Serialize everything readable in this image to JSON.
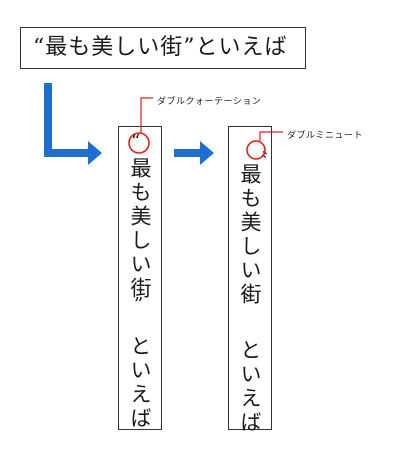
{
  "horizontal_text": "“最も美しい街”といえば",
  "vertical_1": {
    "open_mark": "“",
    "text_a": "最も美しい街",
    "close_mark": "”",
    "text_b": "といえば"
  },
  "vertical_2": {
    "open_mark": "〝",
    "text_a": "最も美しい街",
    "close_mark": "〟",
    "text_b": "といえば"
  },
  "labels": {
    "double_quotation": "ダブルクォーテーション",
    "double_minute": "ダブルミニュート"
  },
  "colors": {
    "arrow": "#1f6fd0",
    "circle": "#e0201b",
    "stroke": "#333333"
  }
}
